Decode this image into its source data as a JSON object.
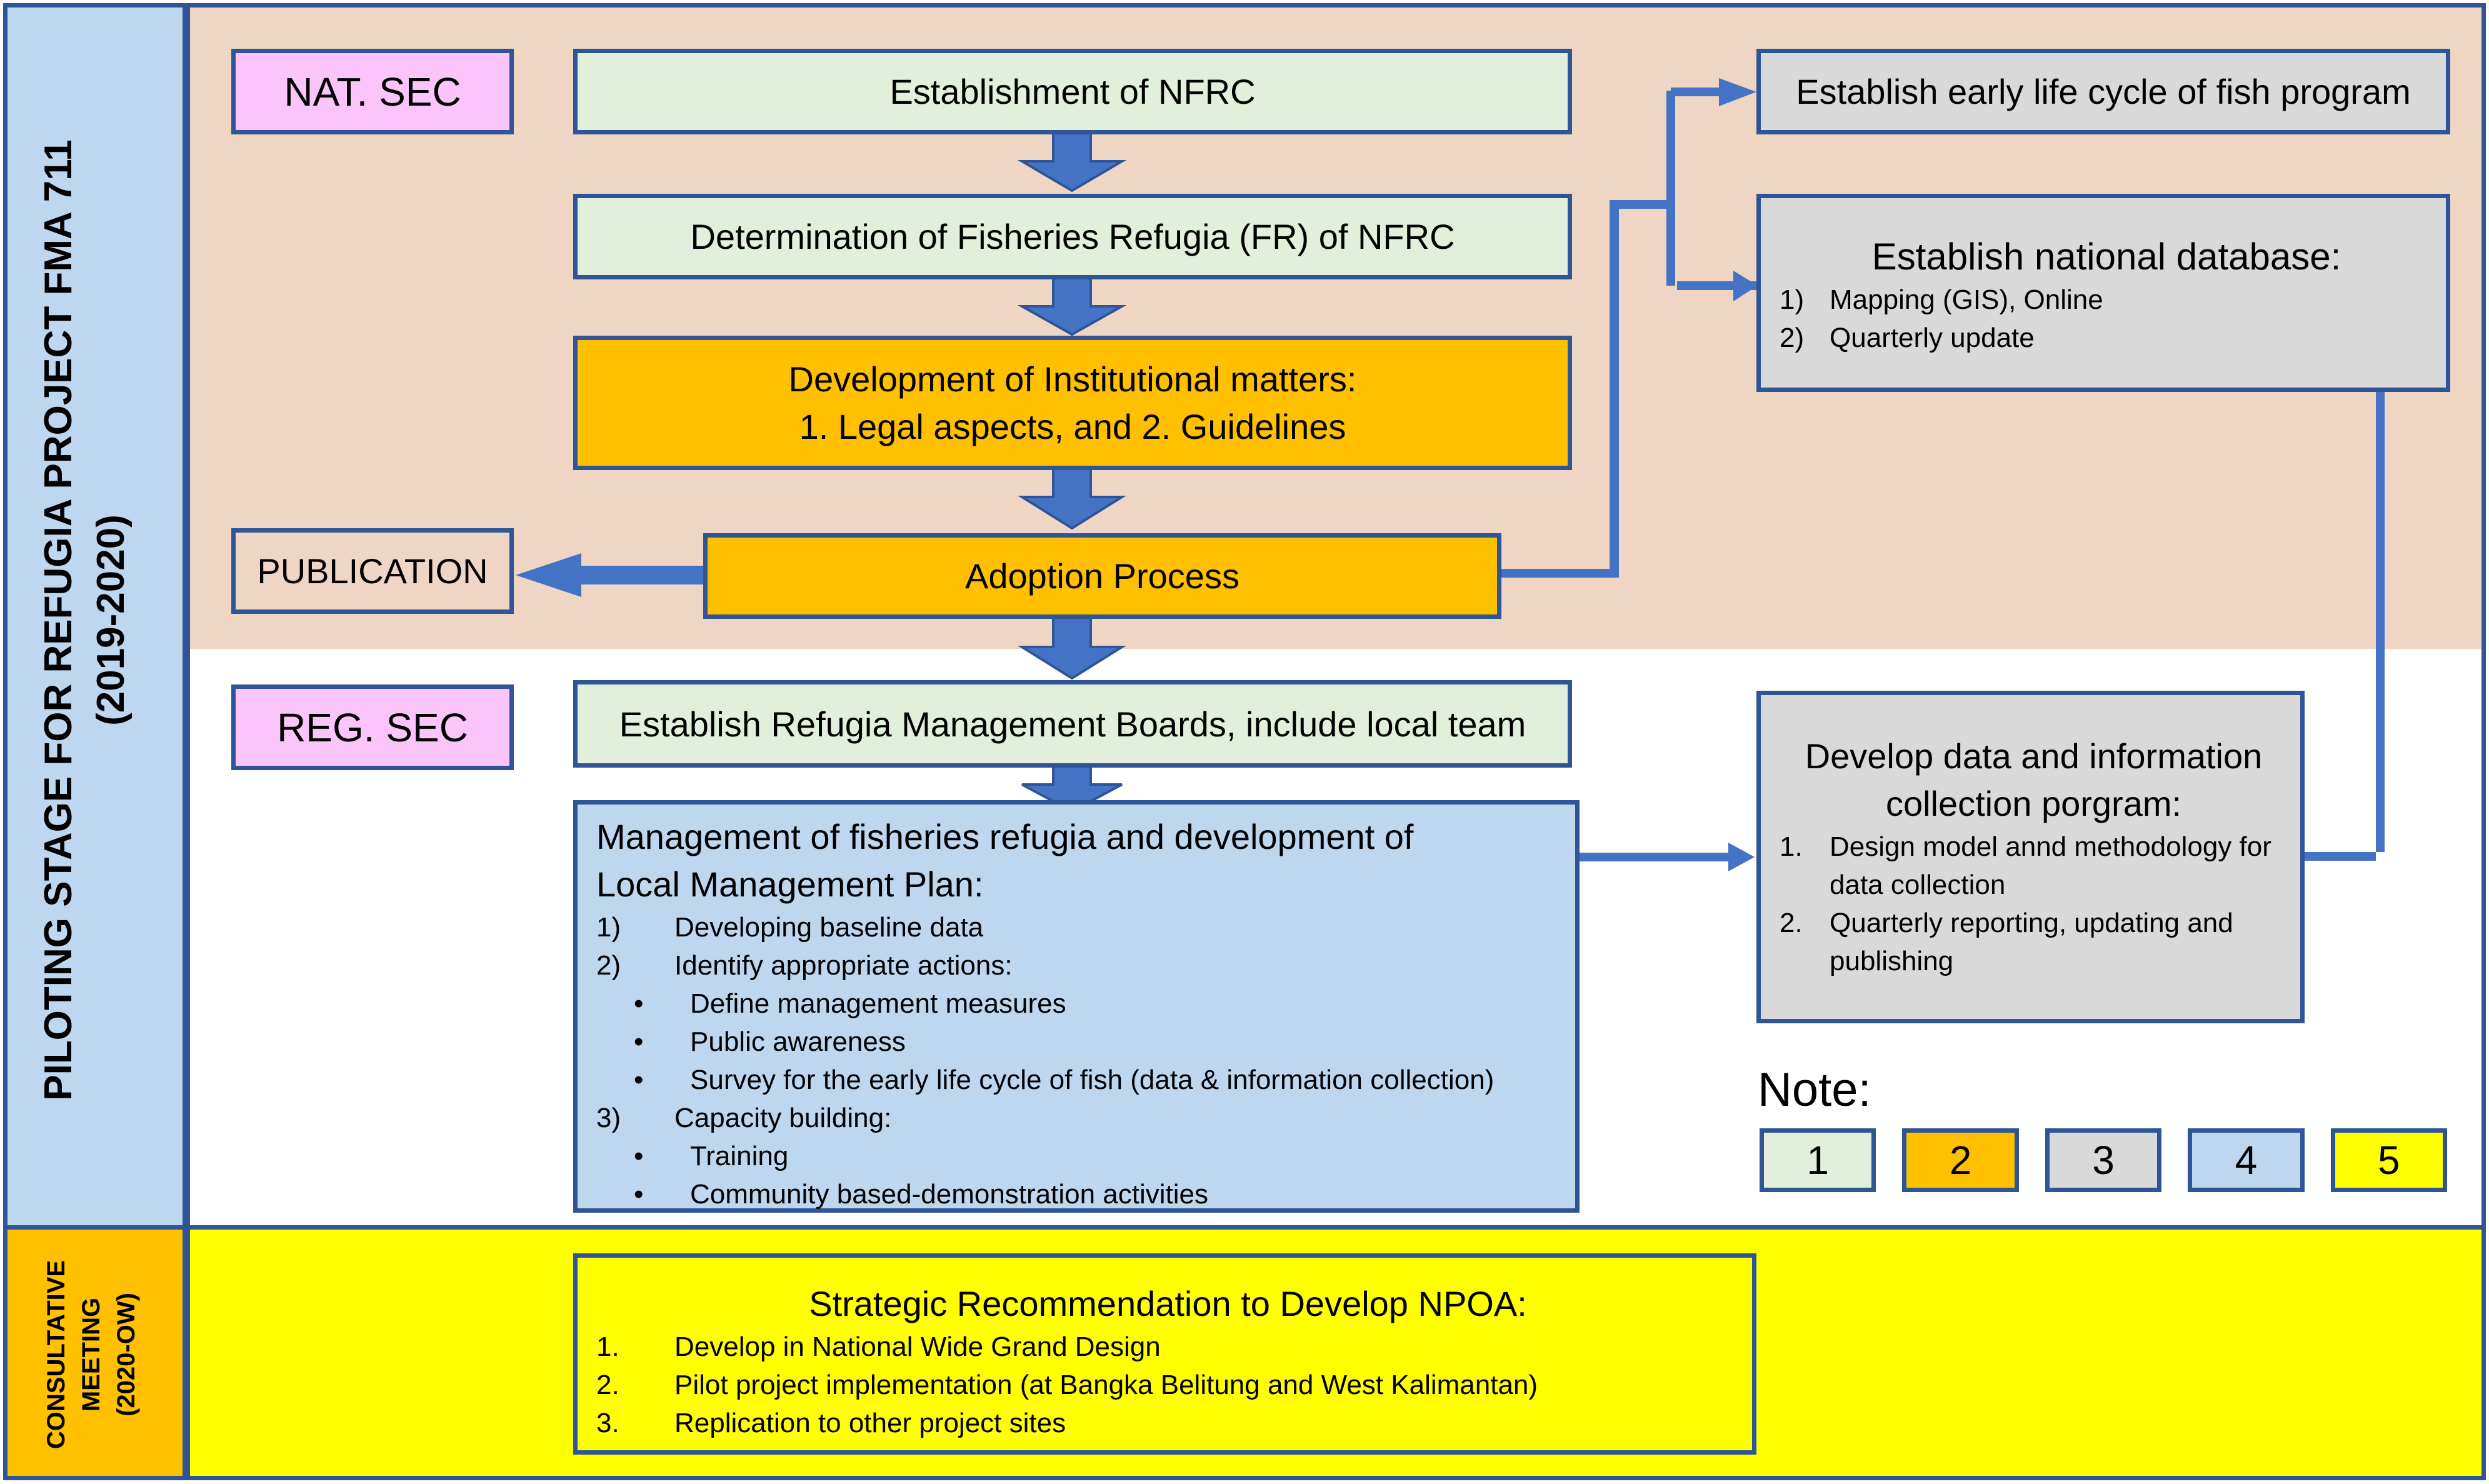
{
  "sidebar": {
    "piloting_line1": "PILOTING STAGE FOR REFUGIA PROJECT FMA 711",
    "piloting_line2": "(2019-2020)",
    "consultative_line1": "CONSULTATIVE",
    "consultative_line2": "MEETING",
    "consultative_line3": "(2020-OW)"
  },
  "national": {
    "label": "NAT. SEC",
    "establishment": "Establishment of NFRC",
    "determination": "Determination of Fisheries Refugia (FR) of NFRC",
    "development_line1": "Development of Institutional matters:",
    "development_line2": "1. Legal aspects, and 2. Guidelines",
    "adoption": "Adoption Process",
    "publication": "PUBLICATION",
    "early_life": "Establish early life cycle of fish program",
    "database": {
      "title": "Establish national database:",
      "items": [
        {
          "num": "1)",
          "text": "Mapping (GIS), Online"
        },
        {
          "num": "2)",
          "text": "Quarterly update"
        }
      ]
    }
  },
  "regional": {
    "label": "REG. SEC",
    "boards": "Establish Refugia Management Boards, include local team",
    "management": {
      "title_line1": "Management of fisheries refugia and development of",
      "title_line2": "Local Management Plan:",
      "items": [
        {
          "type": "num",
          "marker": "1)",
          "text": "Developing baseline data"
        },
        {
          "type": "num",
          "marker": "2)",
          "text": "Identify appropriate actions:"
        },
        {
          "type": "bullet",
          "marker": "•",
          "text": "Define management measures"
        },
        {
          "type": "bullet",
          "marker": "•",
          "text": "Public awareness"
        },
        {
          "type": "bullet",
          "marker": "•",
          "text": "Survey for the early life cycle of fish (data & information collection)"
        },
        {
          "type": "num",
          "marker": "3)",
          "text": "Capacity building:"
        },
        {
          "type": "bullet",
          "marker": "•",
          "text": "Training"
        },
        {
          "type": "bullet",
          "marker": "•",
          "text": "Community based-demonstration activities"
        }
      ]
    },
    "data_program": {
      "title_line1": "Develop data and information",
      "title_line2": "collection porgram:",
      "items": [
        {
          "num": "1.",
          "text": "Design model annd methodology for data collection"
        },
        {
          "num": "2.",
          "text": "Quarterly reporting, updating and publishing"
        }
      ]
    }
  },
  "note": {
    "title": "Note:",
    "legend": [
      {
        "label": "1",
        "color": "#e2efda"
      },
      {
        "label": "2",
        "color": "#ffc000"
      },
      {
        "label": "3",
        "color": "#d9d9d9"
      },
      {
        "label": "4",
        "color": "#bdd7ee"
      },
      {
        "label": "5",
        "color": "#ffff00"
      }
    ]
  },
  "consultative": {
    "title": "Strategic Recommendation to Develop NPOA:",
    "items": [
      {
        "num": "1.",
        "text": "Develop in National Wide Grand Design"
      },
      {
        "num": "2.",
        "text": "Pilot project implementation (at Bangka Belitung and West Kalimantan)"
      },
      {
        "num": "3.",
        "text": "Replication to other project sites"
      }
    ]
  },
  "colors": {
    "border": "#2f5597",
    "arrow": "#4472c4",
    "national_bg": "#efd6c4",
    "sidebar_bg": "#bdd7ee",
    "consultative_side_bg": "#ffc000",
    "consultative_bg": "#ffff00",
    "section_label_bg": "#fbc5fb"
  }
}
